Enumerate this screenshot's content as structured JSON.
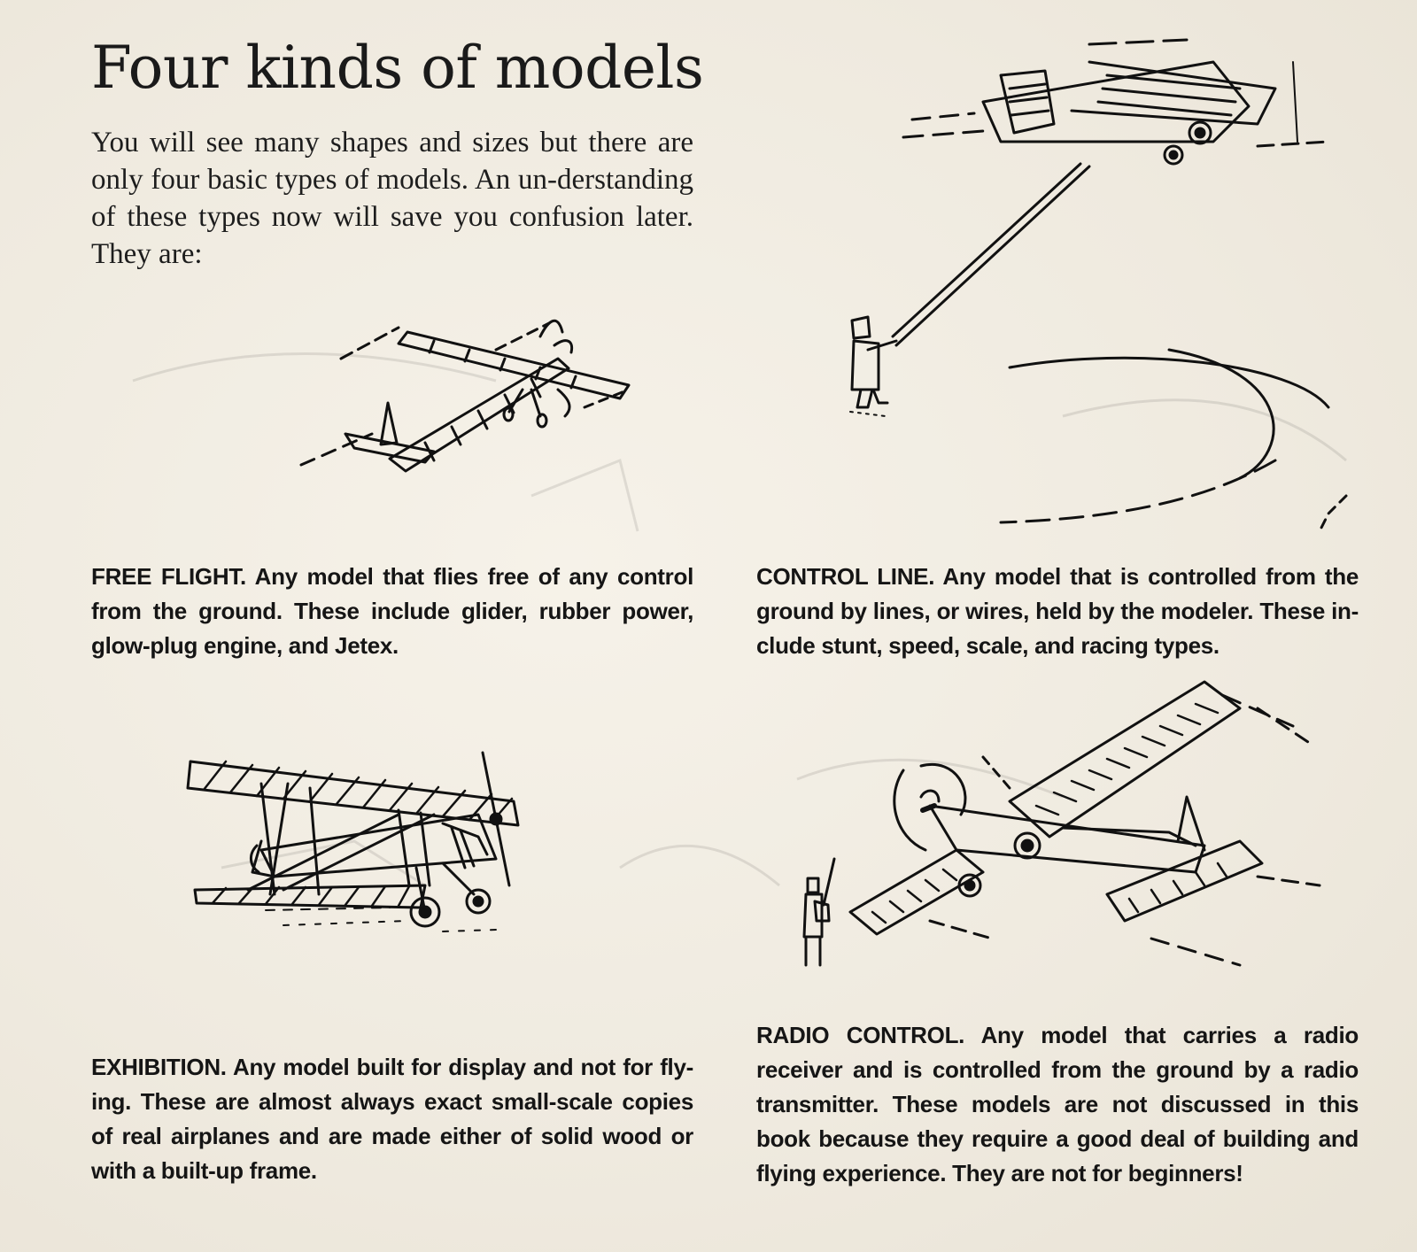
{
  "page": {
    "title": "Four kinds of models",
    "intro": "You will see many shapes and sizes but there are only four basic types of models. An un-derstanding of these types now will save you confusion later. They are:"
  },
  "sections": {
    "free_flight": {
      "lead": "FREE FLIGHT.",
      "text": " Any model that flies free of any control from the ground. These include glider, rubber power, glow-plug engine, and Jetex."
    },
    "control_line": {
      "lead": "CONTROL LINE.",
      "text": " Any model that is controlled from the ground by lines, or wires, held by the modeler. These in-clude stunt, speed, scale, and racing types."
    },
    "exhibition": {
      "lead": "EXHIBITION.",
      "text": " Any model built for display and not for fly-ing. These are almost always exact small-scale copies of real airplanes and are made either of solid wood or with a built-up frame."
    },
    "radio_control": {
      "lead": "RADIO CONTROL.",
      "text": " Any model that carries a radio receiver and is controlled from the ground by a radio transmitter. These models are not discussed in this book because they require a good deal of building and flying experience. They are not for beginners!"
    }
  },
  "colors": {
    "paper": "#f1ede3",
    "ink": "#1b1b1b"
  }
}
